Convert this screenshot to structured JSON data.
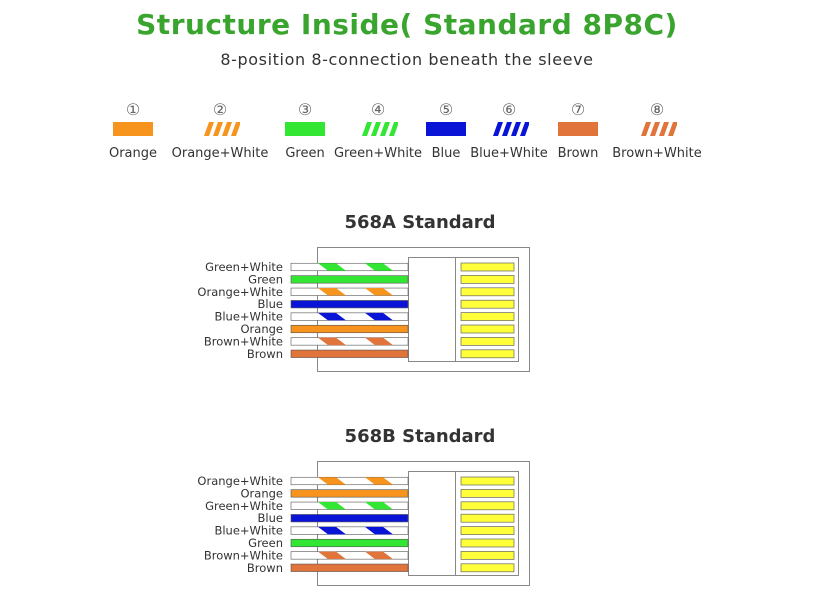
{
  "title": "Structure Inside( Standard 8P8C)",
  "subtitle": "8-position 8-connection beneath the sleeve",
  "colors": {
    "orange": "#f7941d",
    "green": "#33e633",
    "blue": "#0a14d6",
    "brown": "#e0743a",
    "title_green": "#3aa52e",
    "pin_yellow": "#ffff3a"
  },
  "legend": [
    {
      "num": "①",
      "label": "Orange",
      "color": "orange",
      "striped": false
    },
    {
      "num": "②",
      "label": "Orange+White",
      "color": "orange",
      "striped": true
    },
    {
      "num": "③",
      "label": "Green",
      "color": "green",
      "striped": false
    },
    {
      "num": "④",
      "label": "Green+White",
      "color": "green",
      "striped": true
    },
    {
      "num": "⑤",
      "label": "Blue",
      "color": "blue",
      "striped": false
    },
    {
      "num": "⑥",
      "label": "Blue+White",
      "color": "blue",
      "striped": true
    },
    {
      "num": "⑦",
      "label": "Brown",
      "color": "brown",
      "striped": false
    },
    {
      "num": "⑧",
      "label": "Brown+White",
      "color": "brown",
      "striped": true
    }
  ],
  "standards": [
    {
      "title": "568A Standard",
      "wires": [
        {
          "label": "Green+White",
          "color": "green",
          "striped": true
        },
        {
          "label": "Green",
          "color": "green",
          "striped": false
        },
        {
          "label": "Orange+White",
          "color": "orange",
          "striped": true
        },
        {
          "label": "Blue",
          "color": "blue",
          "striped": false
        },
        {
          "label": "Blue+White",
          "color": "blue",
          "striped": true
        },
        {
          "label": "Orange",
          "color": "orange",
          "striped": false
        },
        {
          "label": "Brown+White",
          "color": "brown",
          "striped": true
        },
        {
          "label": "Brown",
          "color": "brown",
          "striped": false
        }
      ]
    },
    {
      "title": "568B Standard",
      "wires": [
        {
          "label": "Orange+White",
          "color": "orange",
          "striped": true
        },
        {
          "label": "Orange",
          "color": "orange",
          "striped": false
        },
        {
          "label": "Green+White",
          "color": "green",
          "striped": true
        },
        {
          "label": "Blue",
          "color": "blue",
          "striped": false
        },
        {
          "label": "Blue+White",
          "color": "blue",
          "striped": true
        },
        {
          "label": "Green",
          "color": "green",
          "striped": false
        },
        {
          "label": "Brown+White",
          "color": "brown",
          "striped": true
        },
        {
          "label": "Brown",
          "color": "brown",
          "striped": false
        }
      ]
    }
  ]
}
